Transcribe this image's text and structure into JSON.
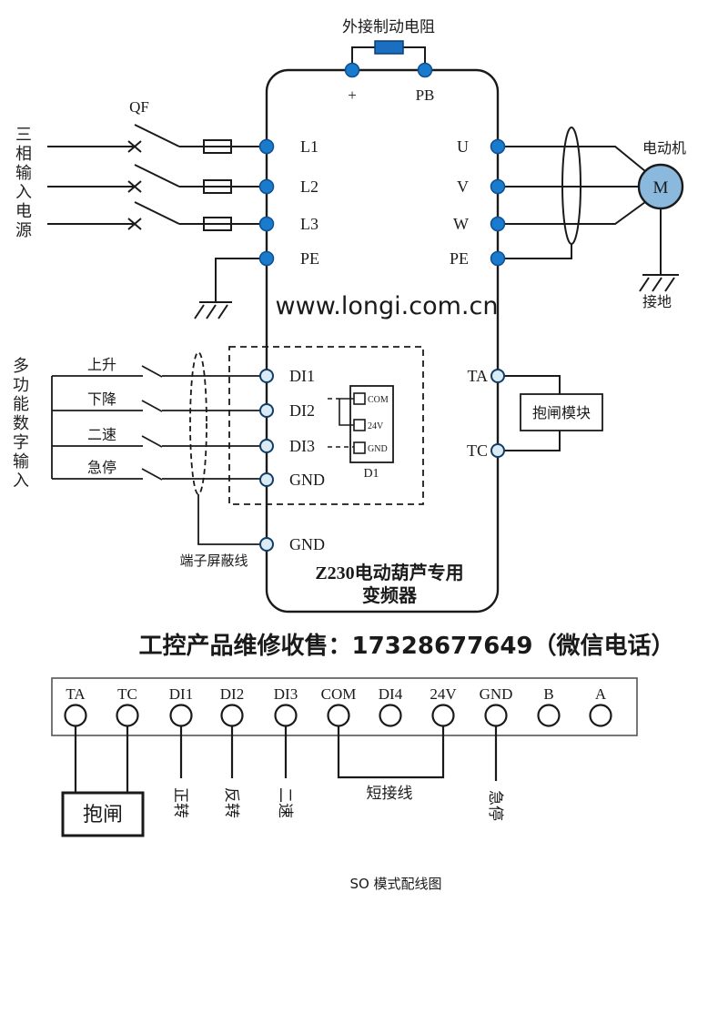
{
  "colors": {
    "line": "#1a1a1a",
    "terminal_blue": "#1a7bcd",
    "terminal_light": "#d8ebf7",
    "resistor_blue": "#1a6fc0",
    "motor_fill": "#8bb9de",
    "watermark_red": "#e8402f",
    "contact_red": "#ef4b33",
    "caption_gray": "#4a4a4a"
  },
  "brake_resistor": {
    "label": "外接制动电阻",
    "plus": "+",
    "pb": "PB"
  },
  "power_input": {
    "source_label": "三相输入电源",
    "breaker_label": "QF"
  },
  "inverter": {
    "left_terminals": [
      "L1",
      "L2",
      "L3",
      "PE"
    ],
    "right_terminals": [
      "U",
      "V",
      "W",
      "PE"
    ],
    "watermark": "www.longi.com.cn",
    "name_line1": "Z230电动葫芦专用",
    "name_line2": "变频器"
  },
  "motor": {
    "label": "电动机",
    "symbol": "M",
    "ground_label": "接地"
  },
  "digital_inputs": {
    "group_label": "多功能数字输入",
    "switches": [
      "上升",
      "下降",
      "二速",
      "急停"
    ],
    "terminals": [
      "DI1",
      "DI2",
      "DI3",
      "GND"
    ],
    "shield_terminal": "GND",
    "shield_label": "端子屏蔽线"
  },
  "d1_connector": {
    "pins": [
      "COM",
      "24V",
      "GND"
    ],
    "label": "D1"
  },
  "relay": {
    "ta": "TA",
    "tc": "TC",
    "module_label": "抱闸模块"
  },
  "contact_line": "工控产品维修收售：17328677649（微信电话）",
  "strip": {
    "terminals": [
      "TA",
      "TC",
      "DI1",
      "DI2",
      "DI3",
      "COM",
      "DI4",
      "24V",
      "GND",
      "B",
      "A"
    ],
    "brake_label": "抱闸",
    "wire_labels": {
      "di1": "正转",
      "di2": "反转",
      "di3": "二速",
      "jumper": "短接线",
      "gnd": "急停"
    }
  },
  "caption": "SO 模式配线图"
}
